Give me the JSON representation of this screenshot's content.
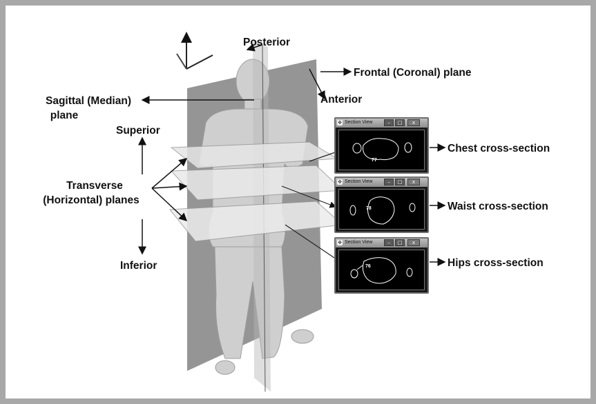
{
  "labels": {
    "posterior": "Posterior",
    "anterior": "Anterior",
    "frontal_plane": "Frontal (Coronal) plane",
    "sagittal_line1": "Sagittal (Median)",
    "sagittal_line2": "plane",
    "superior": "Superior",
    "transverse_line1": "Transverse",
    "transverse_line2": "(Horizontal) planes",
    "inferior": "Inferior",
    "chest_cs": "Chest cross-section",
    "waist_cs": "Waist cross-section",
    "hips_cs": "Hips cross-section"
  },
  "windows": [
    {
      "title": "Section View",
      "value": "77"
    },
    {
      "title": "Section View",
      "value": "78"
    },
    {
      "title": "Section View",
      "value": "76"
    }
  ],
  "window_buttons": {
    "minimize": "–",
    "maximize": "□",
    "close": "x"
  },
  "colors": {
    "frame": "#a8a8a8",
    "plane": "#9a9a9a",
    "body": "#c8c8c8",
    "window_bg": "#000000",
    "outline": "#ffffff"
  }
}
